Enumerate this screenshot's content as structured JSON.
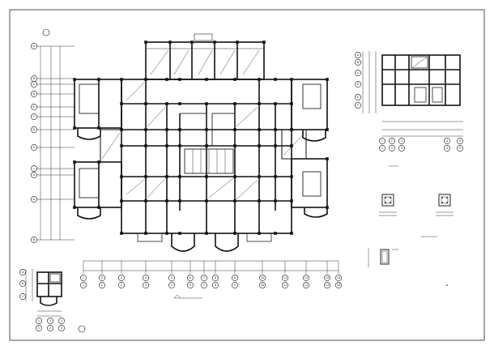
{
  "drawing": {
    "grid_labels_bottom": [
      "1",
      "2",
      "3",
      "4",
      "5",
      "6",
      "7",
      "8",
      "9",
      "10",
      "11",
      "12",
      "13",
      "14",
      "15",
      "16",
      "17",
      "18",
      "19"
    ],
    "grid_labels_left": [
      "A",
      "B",
      "C",
      "D",
      "E",
      "F",
      "G",
      "H",
      "J",
      "K"
    ],
    "grid_labels_detail": [
      "1",
      "2",
      "3",
      "4",
      "5",
      "6"
    ],
    "colors": {
      "line": "#111111",
      "background": "#ffffff"
    }
  }
}
